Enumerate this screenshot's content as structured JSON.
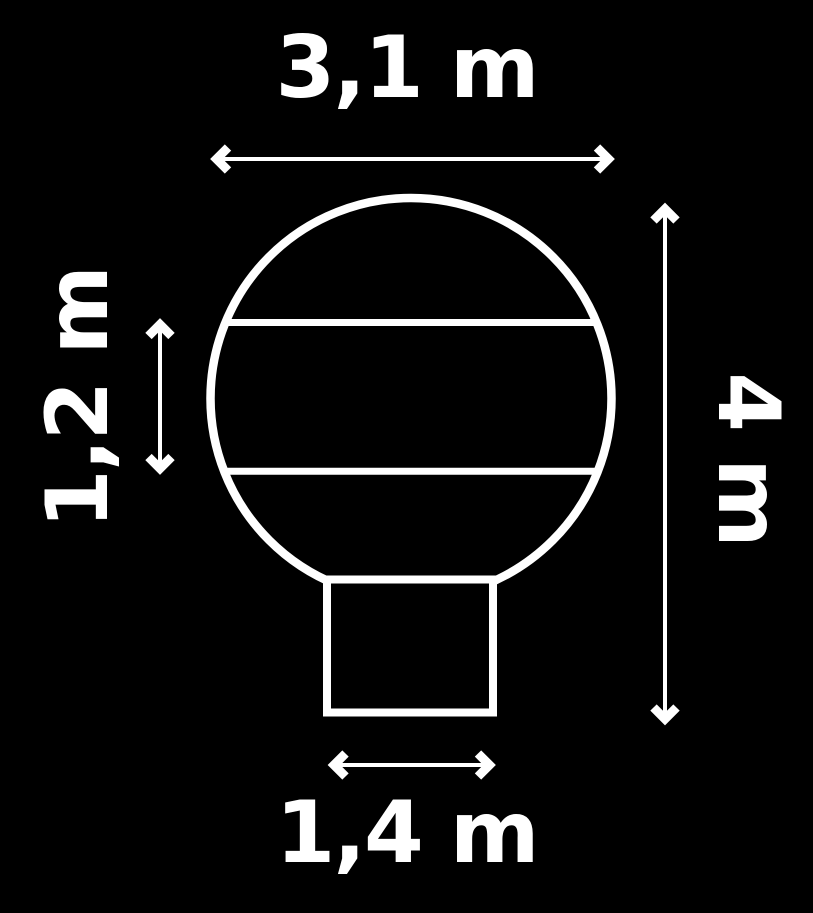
{
  "diagram": {
    "description": "dimension drawing of spherical lamp with banded globe and rectangular base",
    "colors": {
      "background": "#000000",
      "line": "#ffffff",
      "text": "#ffffff"
    },
    "dimensions": {
      "width": "3,1 m",
      "height": "4 m",
      "band_height": "1,2 m",
      "base_width": "1,4 m"
    }
  }
}
